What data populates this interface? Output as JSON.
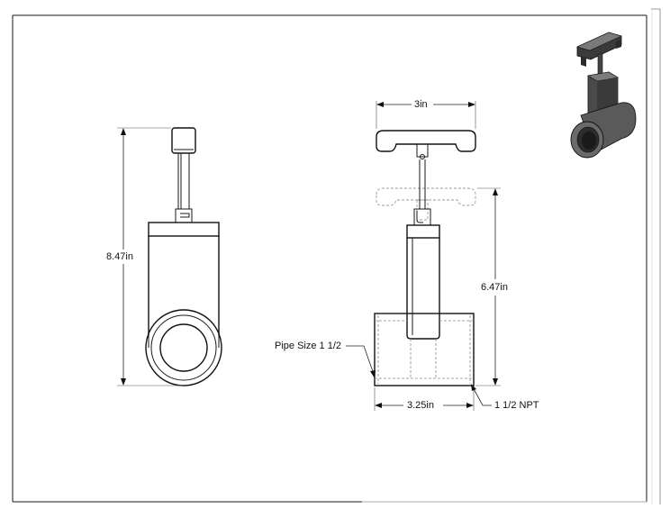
{
  "dimensions": {
    "front_height": "8.47in",
    "handle_width": "3in",
    "side_height": "6.47in",
    "body_width": "3.25in"
  },
  "callouts": {
    "pipe_size": "Pipe Size 1 1/2",
    "thread": "1 1/2 NPT"
  },
  "colors": {
    "line": "#111111",
    "iso_body": "#555555",
    "iso_dark": "#2f2f2f",
    "iso_light": "#8c8c8c"
  }
}
